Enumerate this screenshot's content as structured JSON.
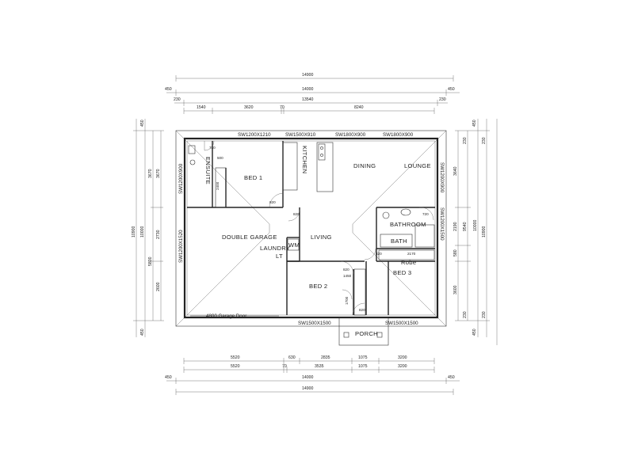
{
  "dimensions": {
    "top": {
      "overall": "14900",
      "overhang_left": "450",
      "mid_overall": "14000",
      "overhang_right": "450",
      "inner_left": "230",
      "inner": "13540",
      "inner_right": "230",
      "seg1": "1540",
      "seg2": "3620",
      "seg3": "70",
      "seg4": "8240"
    },
    "bottom": {
      "r1_a": "5520",
      "r1_b": "630",
      "r1_c": "2835",
      "r1_d": "1075",
      "r1_e": "3200",
      "r2_a": "5520",
      "r2_b": "70",
      "r2_c": "3535",
      "r2_d": "1075",
      "r2_e": "3200",
      "overhang_left": "450",
      "mid_overall": "14000",
      "overhang_right": "450",
      "overall": "14900"
    },
    "left": {
      "top_overhang": "450",
      "outer_overall": "10900",
      "overall": "10000",
      "segA": "3670",
      "segB": "2730",
      "segC": "5800",
      "segD": "3670",
      "segE": "2600",
      "bottom_overhang": "450"
    },
    "right": {
      "top_a": "230",
      "top_b": "450",
      "top_c": "230",
      "segA": "3640",
      "segB": "2190",
      "segC": "9540",
      "segD": "10000",
      "outer": "10900",
      "segE": "580",
      "segF": "3600",
      "bot_a": "230",
      "bot_b": "450",
      "bot_c": "230"
    }
  },
  "windows": {
    "top1": "SW1200X1210",
    "top2": "SW1500X910",
    "top3": "SW1800X900",
    "top4": "SW1800X900",
    "left1": "SW1200X900",
    "left2": "SW1200X1520",
    "right1": "SW1200X900",
    "right2": "SW1200X1500",
    "bottom1": "SW1500X1500",
    "bottom2": "SW1500X1500",
    "garage_door": "4800 Garage Door"
  },
  "rooms": {
    "ensuite": "ENSUITE",
    "bed1": "BED 1",
    "kitchen": "KITCHEN",
    "dining": "DINING",
    "lounge": "LOUNGE",
    "double_garage": "DOUBLE GARAGE",
    "laundry": "LAUNDRY",
    "lt": "LT",
    "wm": "WM",
    "living": "LIVING",
    "bathroom": "BATHROOM",
    "bath": "BATH",
    "robe": "Robe",
    "bed3": "BED 3",
    "bed2": "BED 2",
    "porch": "PORCH"
  },
  "notes": {
    "n720a": "720",
    "n500": "500",
    "n2400": "2400",
    "n820a": "820",
    "n820b": "820",
    "n720b": "720",
    "n2170": "2170",
    "n820c": "820",
    "n820d": "820",
    "n1450": "1450",
    "n1700": "1700",
    "n820e": "820"
  }
}
